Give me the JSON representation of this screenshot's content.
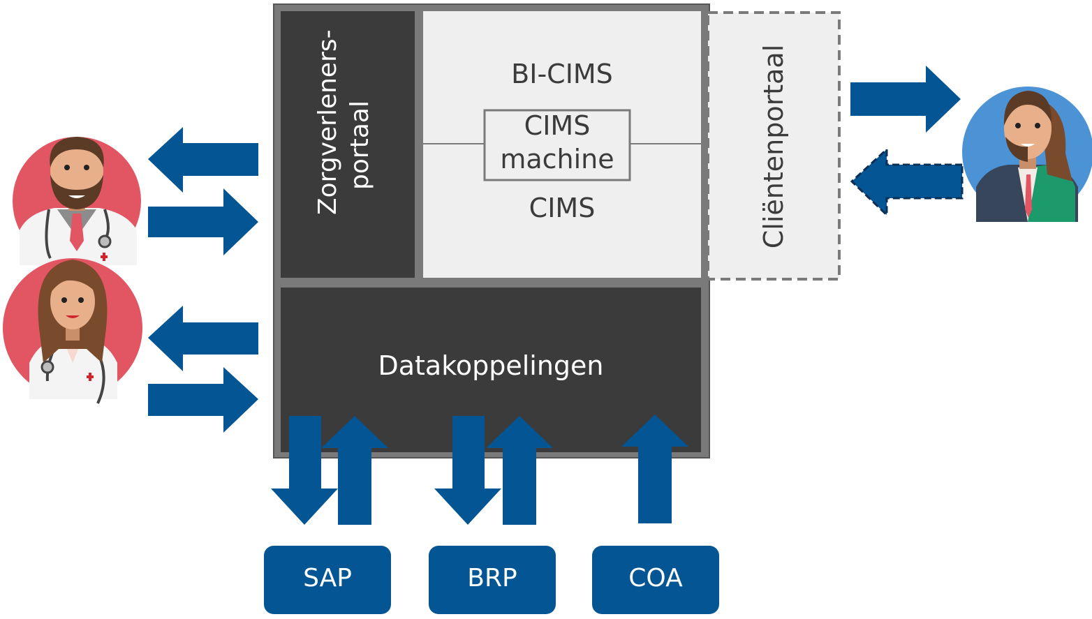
{
  "portals": {
    "care_provider": [
      "Zorgverleners-",
      "portaal"
    ],
    "client": "Cliëntenportaal"
  },
  "core": {
    "bi_cims": "BI-CIMS",
    "machine_line1": "CIMS",
    "machine_line2": "machine",
    "cims": "CIMS"
  },
  "data_links": "Datakoppelingen",
  "sources": [
    "SAP",
    "BRP",
    "COA"
  ],
  "colors": {
    "arrow": "#035593",
    "dark_panel": "#3b3b3b",
    "light_panel": "#efefef",
    "avatar_red": "#e25563",
    "avatar_blue": "#4c93d6"
  }
}
